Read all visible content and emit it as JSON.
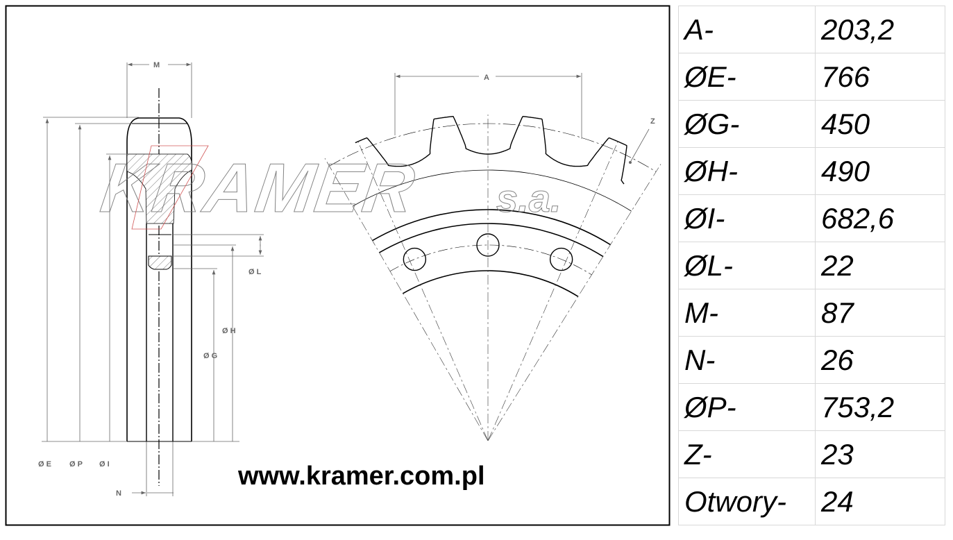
{
  "drawing": {
    "dimension_labels": {
      "M": "M",
      "N": "N",
      "E": "Ø E",
      "P": "Ø P",
      "I": "Ø I",
      "L": "Ø L",
      "H": "Ø H",
      "G": "Ø G",
      "A": "A",
      "Z": "Z"
    },
    "watermark": {
      "brand": "KRAMER",
      "suffix": "s.a."
    },
    "website": "www.kramer.com.pl"
  },
  "spec_table": [
    {
      "label": "A-",
      "value": "203,2"
    },
    {
      "label": "ØE-",
      "value": "766"
    },
    {
      "label": "ØG-",
      "value": "450"
    },
    {
      "label": "ØH-",
      "value": "490"
    },
    {
      "label": "ØI-",
      "value": "682,6"
    },
    {
      "label": "ØL-",
      "value": "22"
    },
    {
      "label": "M-",
      "value": "87"
    },
    {
      "label": "N-",
      "value": "26"
    },
    {
      "label": "ØP-",
      "value": "753,2"
    },
    {
      "label": "Z-",
      "value": "23"
    },
    {
      "label": "Otwory-",
      "value": "24"
    }
  ]
}
